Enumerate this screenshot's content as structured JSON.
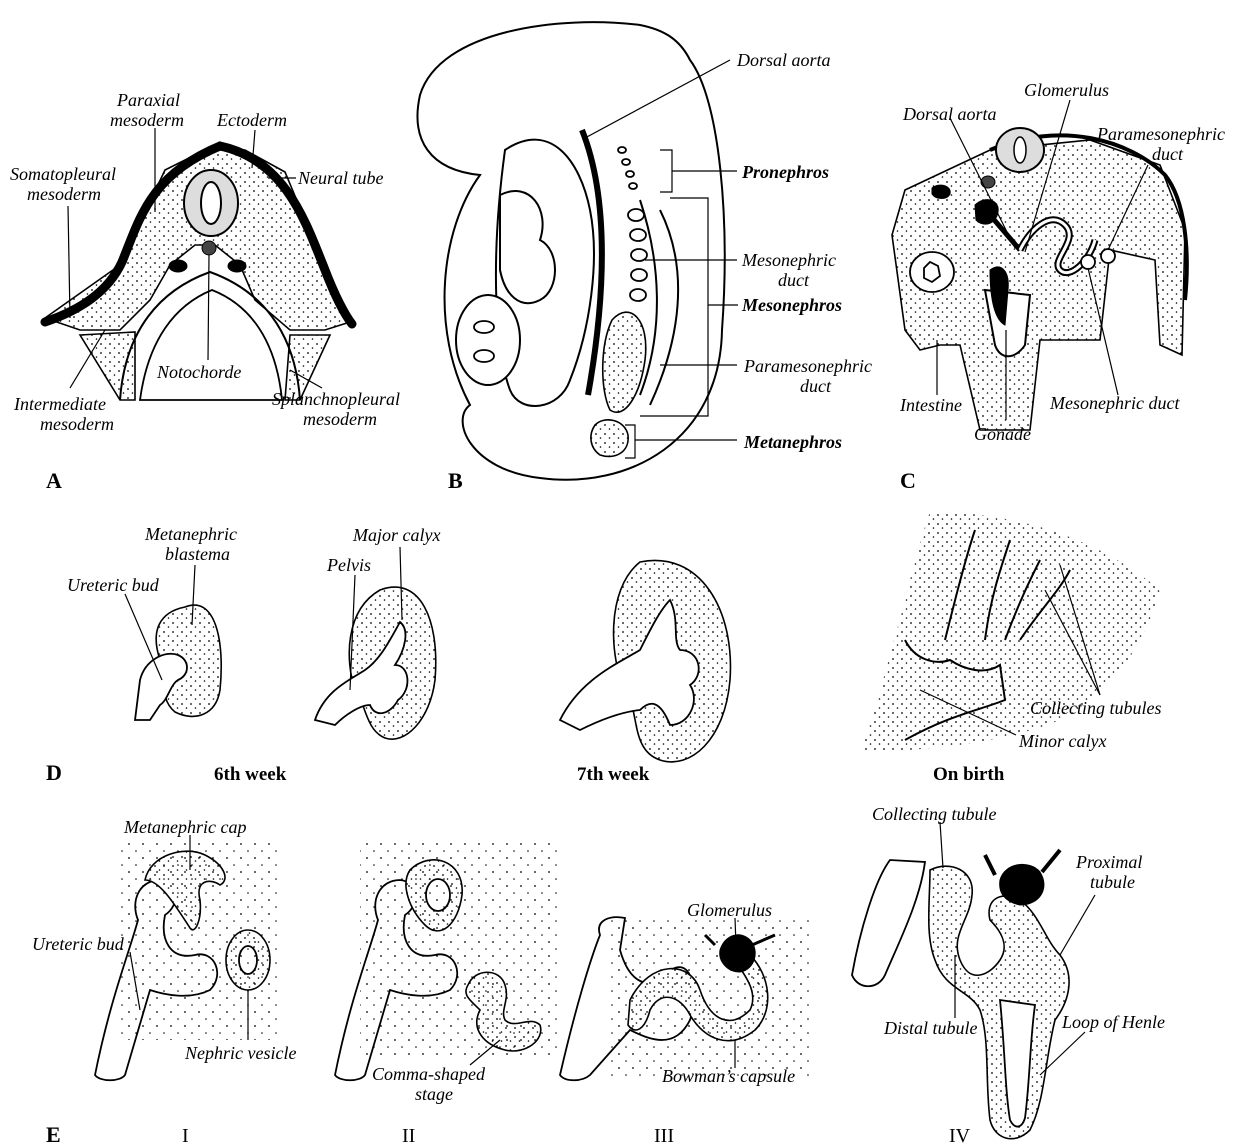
{
  "panels": {
    "A": {
      "letter": "A",
      "labels": {
        "paraxial_1": "Paraxial",
        "paraxial_2": "mesoderm",
        "ectoderm": "Ectoderm",
        "somato_1": "Somatopleural",
        "somato_2": "mesoderm",
        "neural_tube": "Neural tube",
        "notochorde": "Notochorde",
        "intermediate_1": "Intermediate",
        "intermediate_2": "mesoderm",
        "splanch_1": "Splanchnopleural",
        "splanch_2": "mesoderm"
      }
    },
    "B": {
      "letter": "B",
      "labels": {
        "dorsal_aorta": "Dorsal aorta",
        "pronephros": "Pronephros",
        "mesonephric_1": "Mesonephric",
        "mesonephric_2": "duct",
        "mesonephros": "Mesonephros",
        "paramesonephric_1": "Paramesonephric",
        "paramesonephric_2": "duct",
        "metanephros": "Metanephros"
      }
    },
    "C": {
      "letter": "C",
      "labels": {
        "glomerulus": "Glomerulus",
        "dorsal_aorta": "Dorsal aorta",
        "paramesonephric_1": "Paramesonephric",
        "paramesonephric_2": "duct",
        "intestine": "Intestine",
        "gonade": "Gonade",
        "mesonephric_duct": "Mesonephric duct"
      }
    },
    "D": {
      "letter": "D",
      "labels": {
        "metanephric_1": "Metanephric",
        "metanephric_2": "blastema",
        "ureteric_bud": "Ureteric bud",
        "major_calyx": "Major calyx",
        "pelvis": "Pelvis",
        "collecting_tubules": "Collecting tubules",
        "minor_calyx": "Minor calyx"
      },
      "stages": [
        "6th week",
        "7th week",
        "On birth"
      ]
    },
    "E": {
      "letter": "E",
      "labels": {
        "metanephric_cap": "Metanephric cap",
        "ureteric_bud": "Ureteric bud",
        "nephric_vesicle": "Nephric vesicle",
        "comma_1": "Comma-shaped",
        "comma_2": "stage",
        "glomerulus": "Glomerulus",
        "bowman": "Bowman’s capsule",
        "collecting_tubule": "Collecting tubule",
        "proximal_1": "Proximal",
        "proximal_2": "tubule",
        "distal_tubule": "Distal tubule",
        "loop_henle": "Loop of Henle"
      },
      "roman": [
        "I",
        "II",
        "III",
        "IV"
      ]
    }
  }
}
